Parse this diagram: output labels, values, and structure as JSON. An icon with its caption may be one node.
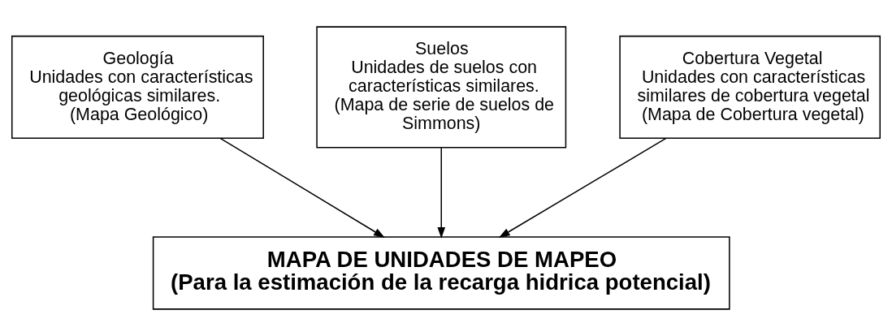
{
  "diagram": {
    "nodes": [
      {
        "text": [
          "Geología",
          "Unidades con características geológicas similares.",
          "(Mapa Geológico)"
        ]
      },
      {
        "text": [
          "Suelos",
          "Unidades de suelos con características similares.",
          "(Mapa de serie de suelos de Simmons)"
        ]
      },
      {
        "text": [
          "Cobertura Vegetal",
          "Unidades con características similares de cobertura vegetal",
          "(Mapa de Cobertura vegetal)"
        ]
      },
      {
        "text": [
          "MAPA DE UNIDADES DE MAPEO",
          "(Para la estimación de la recarga hidrica potencial)"
        ]
      }
    ],
    "edges": [
      {
        "from": 0,
        "to": 3,
        "arrow": "to"
      },
      {
        "from": 1,
        "to": 3,
        "arrow": "to"
      },
      {
        "from": 2,
        "to": 3,
        "arrow": "to"
      }
    ]
  }
}
